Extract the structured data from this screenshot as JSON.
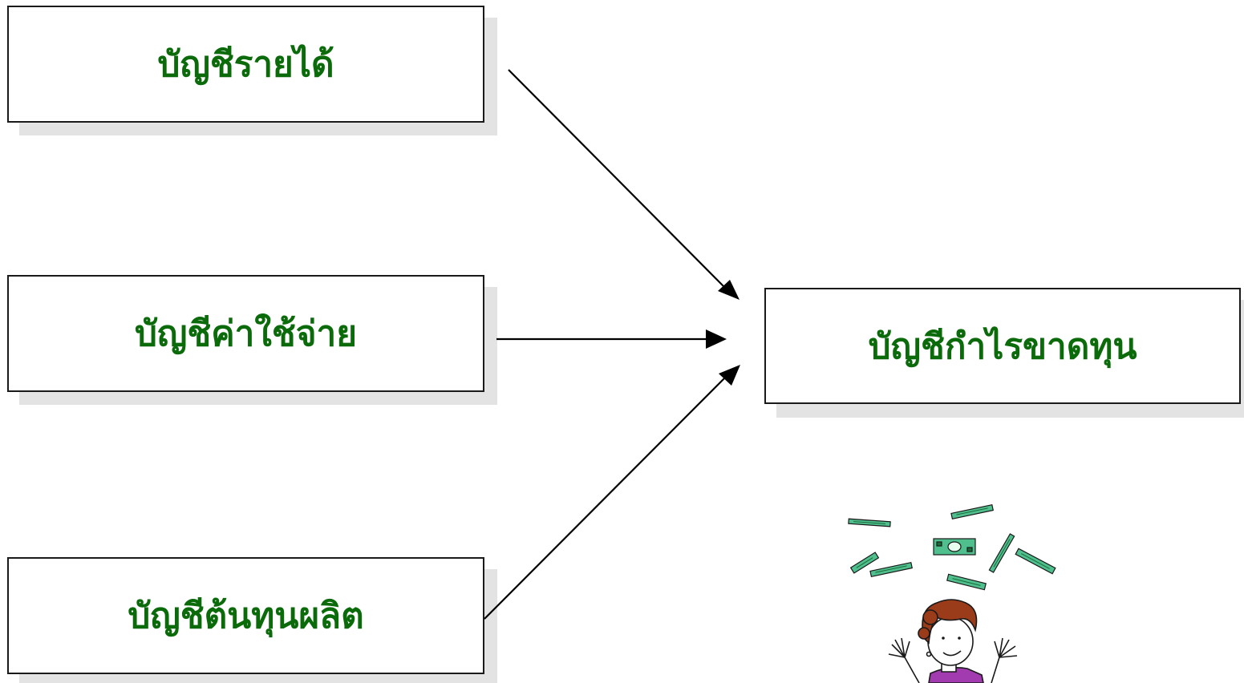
{
  "diagram": {
    "sources": [
      {
        "id": "revenue",
        "label": "บัญชีรายได้"
      },
      {
        "id": "expense",
        "label": "บัญชีค่าใช้จ่าย"
      },
      {
        "id": "production-cost",
        "label": "บัญชีต้นทุนผลิต"
      }
    ],
    "target": {
      "id": "profit-loss",
      "label": "บัญชีกำไรขาดทุน"
    },
    "colors": {
      "label_text": "#0b6b0b",
      "box_border": "#1a1a1a",
      "box_shadow": "#e3e3e3",
      "arrow": "#000000",
      "banknote": "#4fc08d",
      "hair": "#9a3b1a",
      "shirt": "#a23bb0"
    },
    "illustration": {
      "icon": "money-rain-person-icon"
    }
  }
}
